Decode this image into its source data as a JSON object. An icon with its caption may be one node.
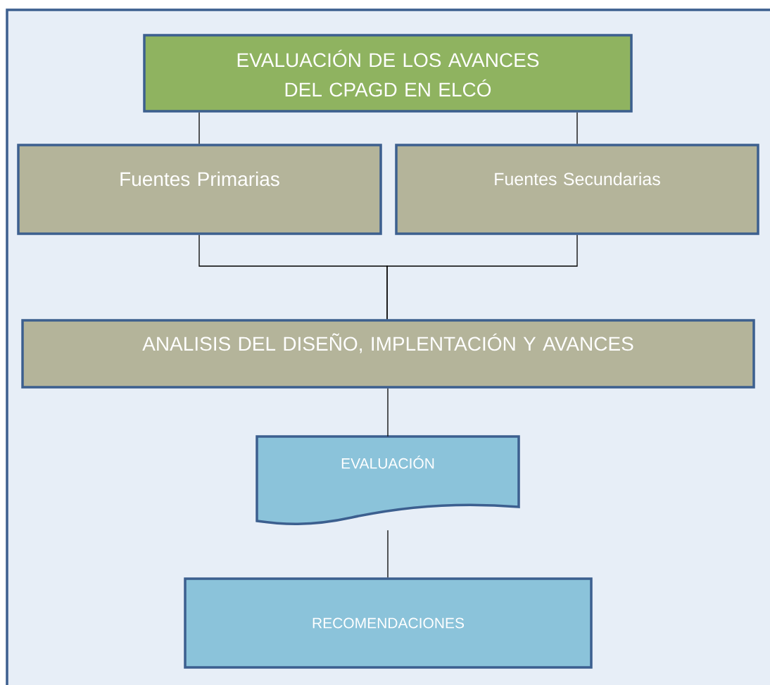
{
  "diagram": {
    "nodes": [
      {
        "text": [
          "EVALUACIÓN DE LOS AVANCES DEL CPAGD EN ELCÓ"
        ]
      },
      {
        "text": [
          "Fuentes Primarias"
        ]
      },
      {
        "text": [
          "Fuentes Secundarias"
        ]
      },
      {
        "text": [
          "ANALISIS DEL DISEÑO, IMPLENTACIÓN Y AVANCES"
        ]
      },
      {
        "text": [
          "EVALUACIÓN"
        ]
      },
      {
        "text": [
          "RECOMENDACIONES"
        ]
      }
    ],
    "edges": [
      {
        "from": 0,
        "to": 1,
        "arrow": "none"
      },
      {
        "from": 0,
        "to": 2,
        "arrow": "none"
      },
      {
        "from": 1,
        "to": 3,
        "arrow": "none"
      },
      {
        "from": 2,
        "to": 3,
        "arrow": "none"
      },
      {
        "from": 3,
        "to": 4,
        "arrow": "none"
      },
      {
        "from": 4,
        "to": 5,
        "arrow": "none"
      }
    ]
  }
}
